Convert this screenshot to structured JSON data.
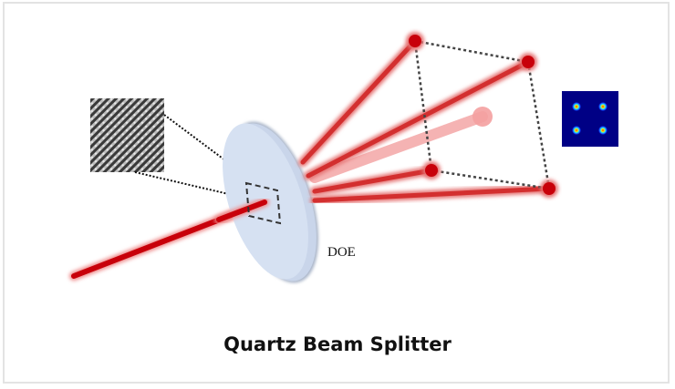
{
  "title": "Quartz Beam Splitter",
  "element_label": "DOE",
  "colors": {
    "beam": "#c8000a",
    "disk": "#d6e1f2",
    "pattern_background": "#000085",
    "frame": "#e3e3e3"
  },
  "components": {
    "input_beam": "incident-laser-beam",
    "diffractive_element": "DOE",
    "microstructure_inset": "grating-pattern",
    "output_spots": 4,
    "zero_order": "faint-center-beam",
    "far_field_inset": "4-spot-intensity-map"
  }
}
